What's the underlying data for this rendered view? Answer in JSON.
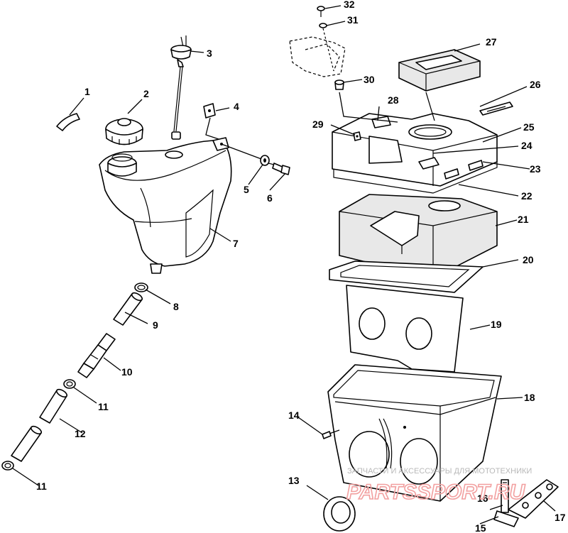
{
  "labels": {
    "l1": "1",
    "l2": "2",
    "l3": "3",
    "l4": "4",
    "l5": "5",
    "l6": "6",
    "l7": "7",
    "l8": "8",
    "l9": "9",
    "l10": "10",
    "l11a": "11",
    "l11b": "11",
    "l12": "12",
    "l13": "13",
    "l14": "14",
    "l15": "15",
    "l16": "16",
    "l17": "17",
    "l18": "18",
    "l19": "19",
    "l20": "20",
    "l21": "21",
    "l22": "22",
    "l23": "23",
    "l24": "24",
    "l25": "25",
    "l26": "26",
    "l27": "27",
    "l28": "28",
    "l29": "29",
    "l30": "30",
    "l31": "31",
    "l32": "32"
  },
  "watermark": {
    "caption": "ЗАПЧАСТИ И АКСЕССУАРЫ ДЛЯ МОТОТЕХНИКИ",
    "brand": "PARTSSPORT.RU"
  },
  "colors": {
    "line": "#000000",
    "foam": "#e8e8e8",
    "watermark": "#f2a0a0"
  }
}
